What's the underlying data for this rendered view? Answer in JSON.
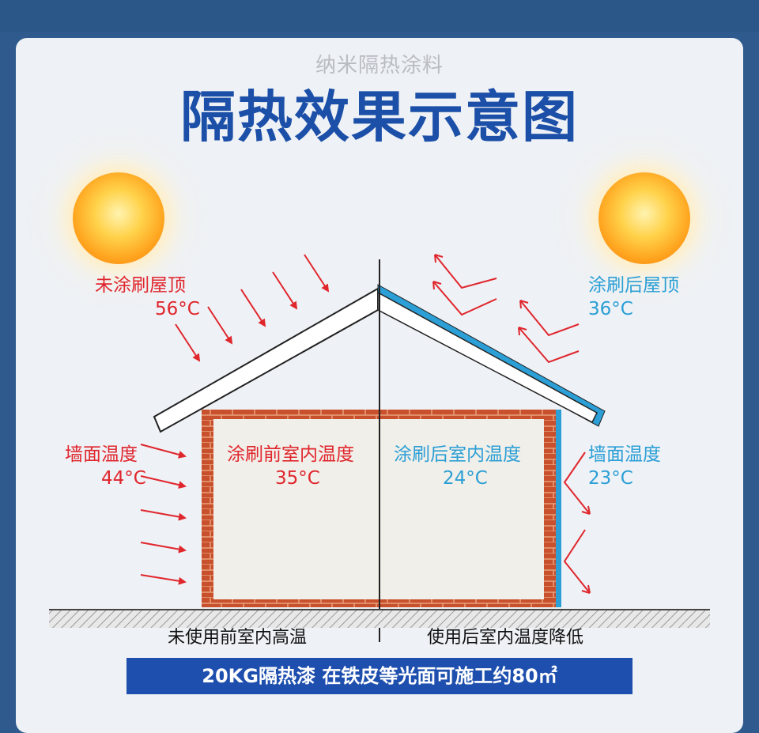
{
  "header": {
    "subtitle": "纳米隔热涂料",
    "title": "隔热效果示意图"
  },
  "roof_left": {
    "label": "未涂刷屋顶",
    "temp": "56°C"
  },
  "roof_right": {
    "label": "涂刷后屋顶",
    "temp": "36°C"
  },
  "wall_left": {
    "label": "墙面温度",
    "temp": "44°C"
  },
  "wall_right": {
    "label": "墙面温度",
    "temp": "23°C"
  },
  "indoor_before": {
    "label": "涂刷前室内温度",
    "temp": "35°C"
  },
  "indoor_after": {
    "label": "涂刷后室内温度",
    "temp": "24°C"
  },
  "ground": {
    "left": "未使用前室内高温",
    "right": "使用后室内温度降低"
  },
  "banner": {
    "text": "20KG隔热漆 在铁皮等光面可施工约80㎡"
  },
  "colors": {
    "background": "#2e5a8e",
    "title": "#1b4fa8",
    "hot": "#e0262d",
    "cool": "#2b9fd6",
    "banner": "#1e4fae",
    "brick": "#c8502c"
  }
}
